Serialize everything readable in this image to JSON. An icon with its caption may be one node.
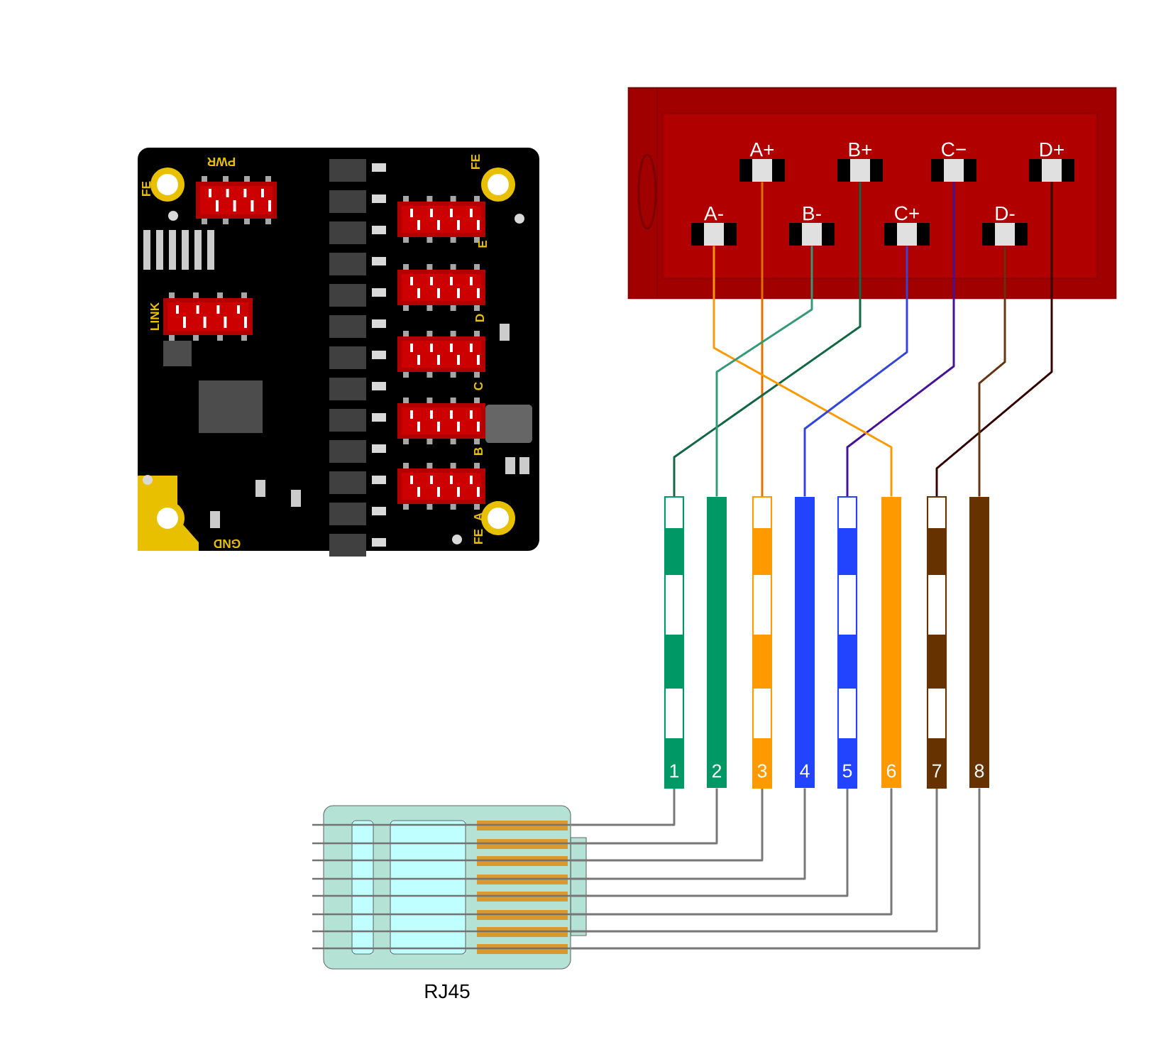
{
  "diagram": {
    "nodes": [
      {
        "text": [],
        "shape": "box"
      },
      {
        "text": [
          "A+"
        ],
        "in": 0
      },
      {
        "text": [
          "B+"
        ],
        "in": 0
      },
      {
        "text": [
          "C−"
        ],
        "in": 0
      },
      {
        "text": [
          "D+"
        ],
        "in": 0
      },
      {
        "text": [
          "A-"
        ],
        "in": 0
      },
      {
        "text": [
          "B-"
        ],
        "in": 0
      },
      {
        "text": [
          "C+"
        ],
        "in": 0
      },
      {
        "text": [
          "D-"
        ],
        "in": 0
      },
      {
        "text": [
          "1"
        ]
      },
      {
        "text": [
          "2"
        ]
      },
      {
        "text": [
          "3"
        ]
      },
      {
        "text": [
          "4"
        ]
      },
      {
        "text": [
          "5"
        ]
      },
      {
        "text": [
          "6"
        ]
      },
      {
        "text": [
          "7"
        ]
      },
      {
        "text": [
          "8"
        ]
      },
      {
        "text": [
          "RJ45"
        ]
      }
    ],
    "edges": [
      {
        "from": 1,
        "to": 11,
        "arrow": "none",
        "color": "#e07000"
      },
      {
        "from": 2,
        "to": 9,
        "arrow": "none",
        "color": "#116644"
      },
      {
        "from": 3,
        "to": 13,
        "arrow": "none",
        "color": "#441199"
      },
      {
        "from": 4,
        "to": 15,
        "arrow": "none",
        "color": "#330000"
      },
      {
        "from": 5,
        "to": 14,
        "arrow": "none",
        "color": "#ff9900"
      },
      {
        "from": 6,
        "to": 10,
        "arrow": "none",
        "color": "#339977"
      },
      {
        "from": 7,
        "to": 12,
        "arrow": "none",
        "color": "#3344dd"
      },
      {
        "from": 8,
        "to": 16,
        "arrow": "none",
        "color": "#663311"
      },
      {
        "from": 9,
        "to": 17,
        "arrow": "none",
        "color": "#777777"
      },
      {
        "from": 10,
        "to": 17,
        "arrow": "none",
        "color": "#777777"
      },
      {
        "from": 11,
        "to": 17,
        "arrow": "none",
        "color": "#777777"
      },
      {
        "from": 12,
        "to": 17,
        "arrow": "none",
        "color": "#777777"
      },
      {
        "from": 13,
        "to": 17,
        "arrow": "none",
        "color": "#777777"
      },
      {
        "from": 14,
        "to": 17,
        "arrow": "none",
        "color": "#777777"
      },
      {
        "from": 15,
        "to": 17,
        "arrow": "none",
        "color": "#777777"
      },
      {
        "from": 16,
        "to": 17,
        "arrow": "none",
        "color": "#777777"
      }
    ],
    "labels": [
      "FE",
      "PWR",
      "FE",
      "LINK",
      "E",
      "D",
      "C",
      "B",
      "A",
      "FE",
      "GND"
    ]
  }
}
